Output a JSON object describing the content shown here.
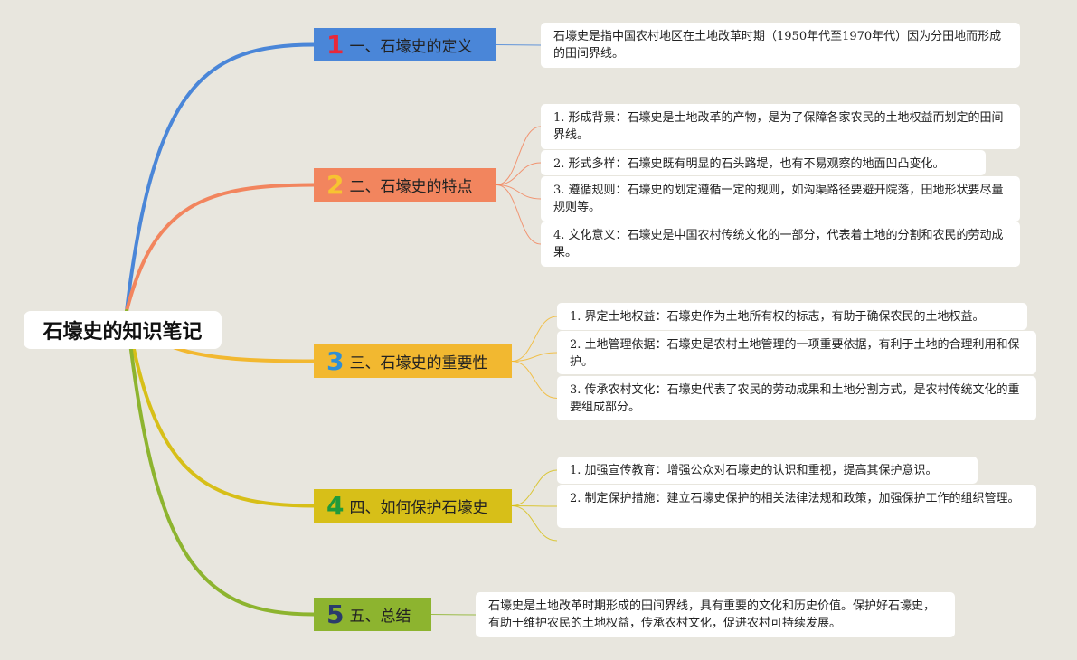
{
  "title": "石壕史的知识笔记",
  "branches": [
    {
      "number": "1",
      "label": "一、石壕史的定义",
      "color": "#4a86d8",
      "number_color": "#e8293a",
      "items": [
        "石壕史是指中国农村地区在土地改革时期（1950年代至1970年代）因为分田地而形成的田间界线。"
      ]
    },
    {
      "number": "2",
      "label": "二、石壕史的特点",
      "color": "#f2855e",
      "number_color": "#f7c331",
      "items": [
        "1. 形成背景：石壕史是土地改革的产物，是为了保障各家农民的土地权益而划定的田间界线。",
        "2. 形式多样：石壕史既有明显的石头路堤，也有不易观察的地面凹凸变化。",
        "3. 遵循规则：石壕史的划定遵循一定的规则，如沟渠路径要避开院落，田地形状要尽量规则等。",
        "4. 文化意义：石壕史是中国农村传统文化的一部分，代表着土地的分割和农民的劳动成果。"
      ]
    },
    {
      "number": "3",
      "label": "三、石壕史的重要性",
      "color": "#f2b830",
      "number_color": "#2e8fd6",
      "items": [
        "1. 界定土地权益：石壕史作为土地所有权的标志，有助于确保农民的土地权益。",
        "2. 土地管理依据：石壕史是农村土地管理的一项重要依据，有利于土地的合理利用和保护。",
        "3. 传承农村文化：石壕史代表了农民的劳动成果和土地分割方式，是农村传统文化的重要组成部分。"
      ]
    },
    {
      "number": "4",
      "label": "四、如何保护石壕史",
      "color": "#d7bf18",
      "number_color": "#1f9a3a",
      "items": [
        "1. 加强宣传教育：增强公众对石壕史的认识和重视，提高其保护意识。",
        "2. 制定保护措施：建立石壕史保护的相关法律法规和政策，加强保护工作的组织管理。"
      ]
    },
    {
      "number": "5",
      "label": "五、总结",
      "color": "#8db42f",
      "number_color": "#2a3b6b",
      "items": [
        "石壕史是土地改革时期形成的田间界线，具有重要的文化和历史价值。保护好石壕史，有助于维护农民的土地权益，传承农村文化，促进农村可持续发展。"
      ]
    }
  ]
}
